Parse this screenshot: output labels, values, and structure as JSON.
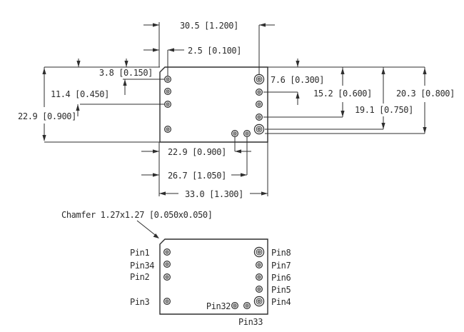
{
  "colors": {
    "background": "#ffffff",
    "line": "#2e2e2e",
    "text": "#2b2b2b"
  },
  "top_view": {
    "dims": {
      "pin8_col_width": "30.5 [1.200]",
      "pin1_col_offset": "2.5 [0.100]",
      "pin1_row": "3.8 [0.150]",
      "pin2_row": "11.4 [0.450]",
      "body_height": "22.9 [0.900]",
      "pin7_row": "7.6 [0.300]",
      "pin5_row": "15.2 [0.600]",
      "pin4_row": "19.1 [0.750]",
      "bottom_pin_row": "20.3 [0.800]",
      "pin32_col": "22.9 [0.900]",
      "pin33_col": "26.7 [1.050]",
      "body_width": "33.0 [1.300]"
    }
  },
  "bottom_view": {
    "chamfer_note": "Chamfer 1.27x1.27 [0.050x0.050]",
    "pins": {
      "pin1": "Pin1",
      "pin34": "Pin34",
      "pin2": "Pin2",
      "pin3": "Pin3",
      "pin8": "Pin8",
      "pin7": "Pin7",
      "pin6": "Pin6",
      "pin5": "Pin5",
      "pin4": "Pin4",
      "pin32": "Pin32",
      "pin33": "Pin33"
    }
  }
}
